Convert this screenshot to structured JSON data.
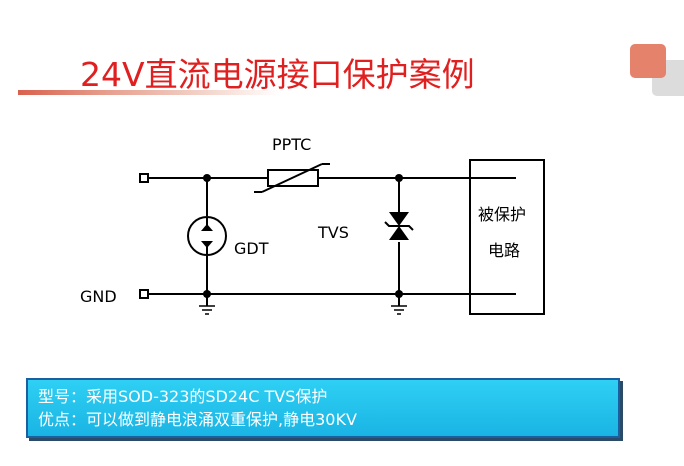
{
  "title": "24V直流电源接口保护案例",
  "diagram": {
    "pptc_label": "PPTC",
    "tvs_label": "TVS",
    "gdt_label": "GDT",
    "gnd_label": "GND",
    "load_line1": "被保护",
    "load_line2": "电路"
  },
  "info": {
    "line1": "型号：采用SOD-323的SD24C TVS保护",
    "line2": "优点：可以做到静电浪涌双重保护,静电30KV"
  },
  "colors": {
    "title": "#e02020",
    "info_bg": "#22c0ec",
    "accent": "#e5826c"
  }
}
